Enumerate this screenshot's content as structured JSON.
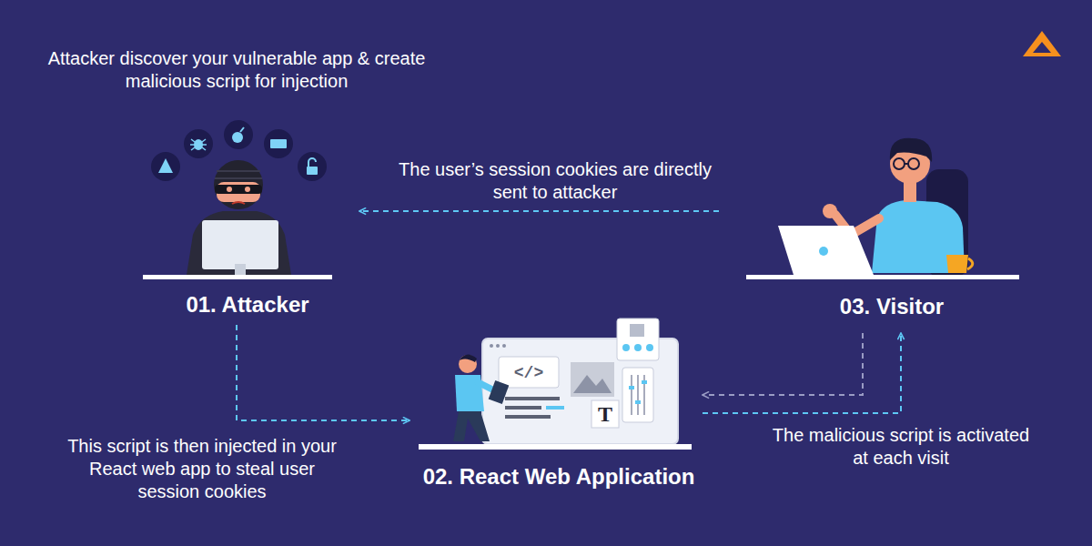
{
  "diagram": {
    "nodes": [
      {
        "text": [
          "01. Attacker"
        ]
      },
      {
        "text": [
          "02. React Web Application"
        ]
      },
      {
        "text": [
          "03. Visitor"
        ]
      }
    ],
    "edges": [
      {
        "from": 0,
        "to": 1,
        "arrow": "to",
        "label": "This script is then injected in your React web app to steal user session cookies"
      },
      {
        "from": 2,
        "to": 0,
        "arrow": "to",
        "label": "The user’s session cookies are directly sent to attacker"
      },
      {
        "from": 2,
        "to": 1,
        "arrow": "to"
      },
      {
        "from": 1,
        "to": 2,
        "arrow": "to",
        "label": "The malicious script is activated at each visit"
      }
    ],
    "labels": [
      "Attacker discover your vulnerable app & create malicious script for injection",
      "</>",
      "T"
    ]
  }
}
